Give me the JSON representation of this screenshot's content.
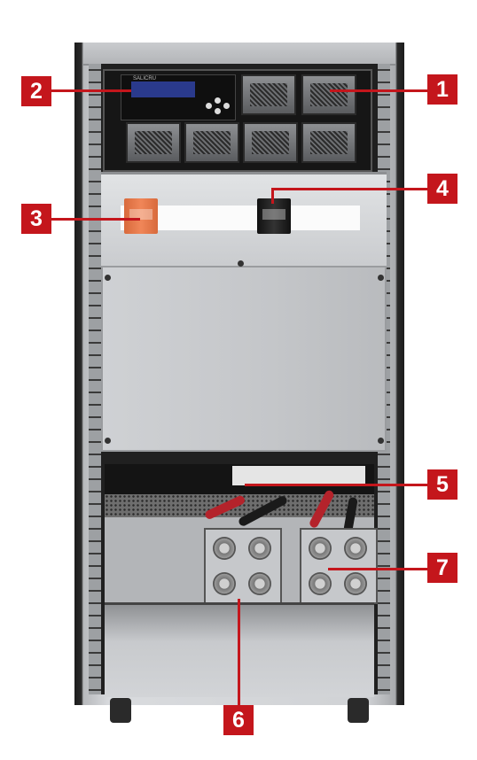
{
  "image": {
    "subject": "UPS cabinet",
    "front_panel_brand": "SALICRU",
    "callouts": [
      {
        "label": "1"
      },
      {
        "label": "2"
      },
      {
        "label": "3"
      },
      {
        "label": "4"
      },
      {
        "label": "5"
      },
      {
        "label": "6"
      },
      {
        "label": "7"
      }
    ]
  }
}
